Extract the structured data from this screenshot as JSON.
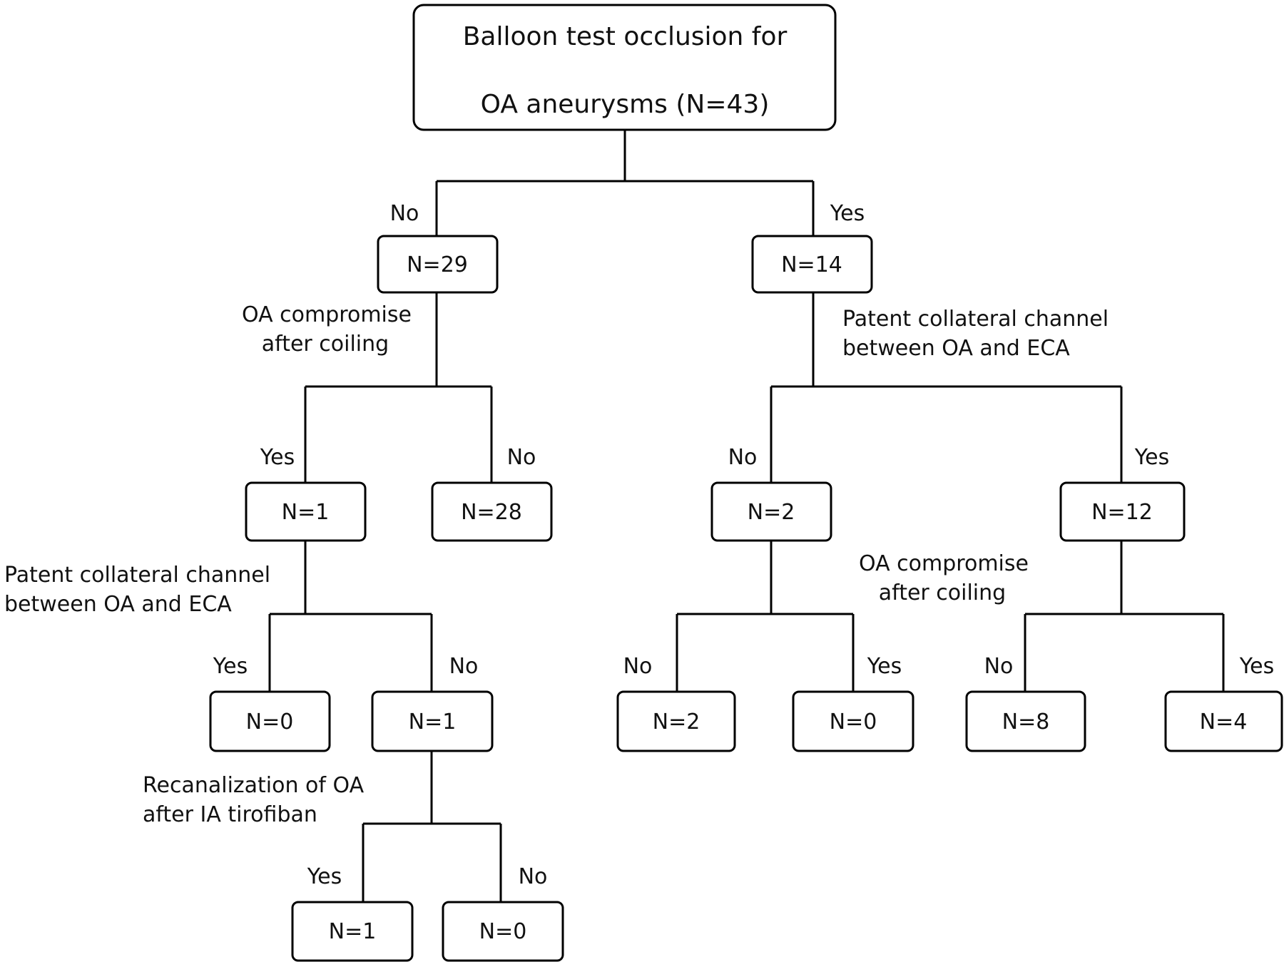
{
  "root": {
    "line1": "Balloon test occlusion for",
    "line2": "OA aneurysms (N=43)"
  },
  "nodes": {
    "n29": "N=29",
    "n14": "N=14",
    "n1a": "N=1",
    "n28": "N=28",
    "n2a": "N=2",
    "n12": "N=12",
    "n0a": "N=0",
    "n1b": "N=1",
    "n2b": "N=2",
    "n0b": "N=0",
    "n8": "N=8",
    "n4": "N=4",
    "n1c": "N=1",
    "n0c": "N=0"
  },
  "branch_labels": {
    "root_left": "No",
    "root_right": "Yes",
    "n29_left": "Yes",
    "n29_right": "No",
    "n14_left": "No",
    "n14_right": "Yes",
    "n1a_left": "Yes",
    "n1a_right": "No",
    "n2a_left": "No",
    "n2a_right": "Yes",
    "n12_left": "No",
    "n12_right": "Yes",
    "n1b_left": "Yes",
    "n1b_right": "No"
  },
  "questions": {
    "oa_compromise_left": [
      "OA compromise",
      "after coiling"
    ],
    "patent_right": [
      "Patent collateral channel",
      "between OA and ECA"
    ],
    "patent_left": [
      "Patent collateral channel",
      "between OA and ECA"
    ],
    "oa_compromise_right": [
      "OA compromise",
      "after coiling"
    ],
    "recanalization": [
      "Recanalization of OA",
      "after IA tirofiban"
    ]
  }
}
